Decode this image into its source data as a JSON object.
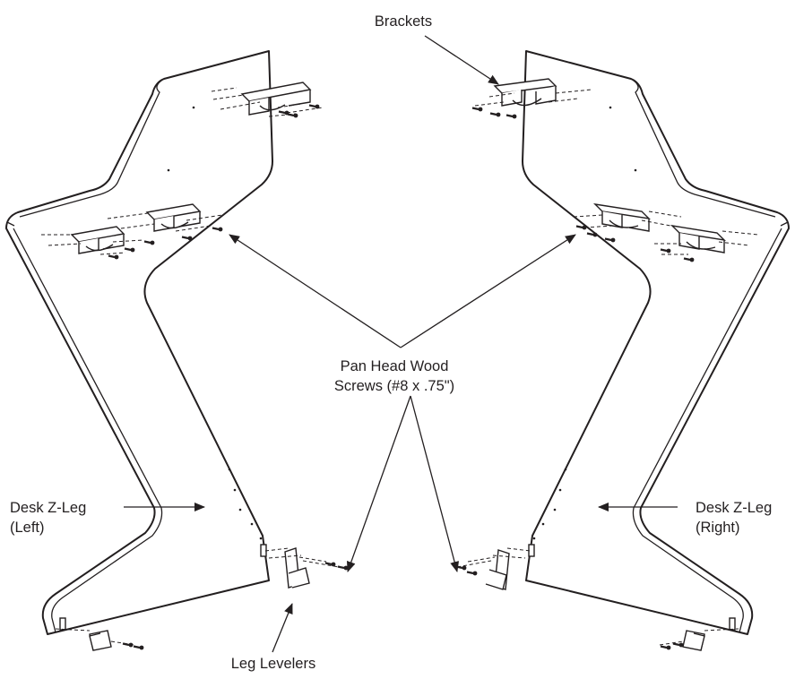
{
  "labels": {
    "brackets": "Brackets",
    "screws_line1": "Pan Head Wood",
    "screws_line2": "Screws (#8 x .75\")",
    "left_leg_line1": "Desk Z-Leg",
    "left_leg_line2": "(Left)",
    "right_leg_line1": "Desk Z-Leg",
    "right_leg_line2": "(Right)",
    "levelers": "Leg Levelers"
  },
  "colors": {
    "ink": "#231f20",
    "paper": "#ffffff"
  }
}
